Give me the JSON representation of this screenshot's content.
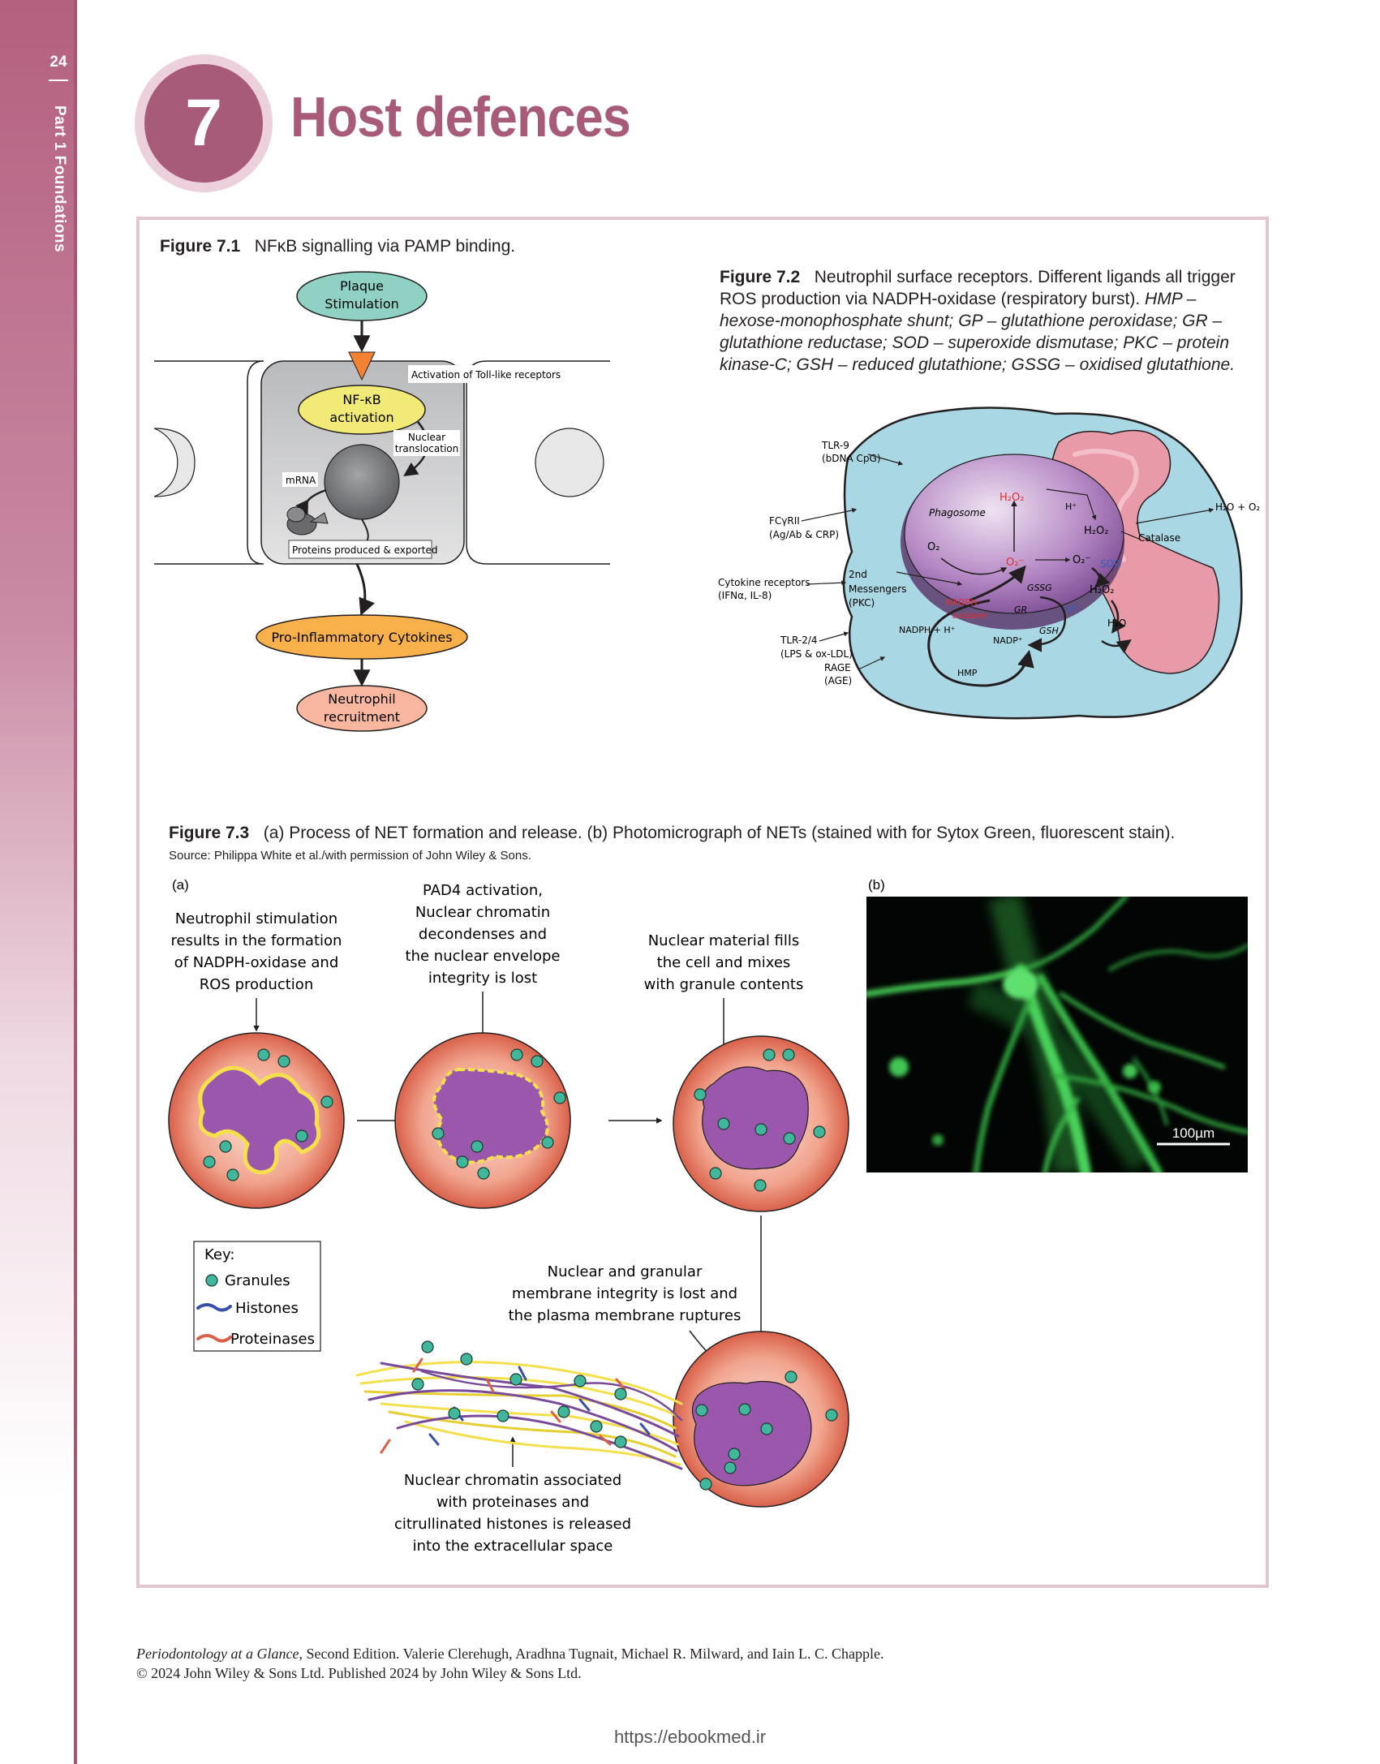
{
  "page": {
    "number": "24",
    "part_label": "Part 1  Foundations",
    "chapter_number": "7",
    "chapter_title": "Host defences"
  },
  "fig71": {
    "label": "Figure 7.1",
    "caption": "NFκB signalling via PAMP binding.",
    "plaque": [
      "Plaque",
      "Stimulation"
    ],
    "toll": "Activation of Toll-like receptors",
    "nfkb": [
      "NF-κB",
      "activation"
    ],
    "nuclear_translocation": [
      "Nuclear",
      "translocation"
    ],
    "mrna": "mRNA",
    "proteins": "Proteins produced & exported",
    "cytokines": "Pro-Inflammatory Cytokines",
    "neutrophil": [
      "Neutrophil",
      "recruitment"
    ]
  },
  "fig72": {
    "label": "Figure 7.2",
    "caption_lead": "Neutrophil surface receptors. Different ligands all trigger ROS production via NADPH-oxidase (respiratory burst).",
    "caption_italic": "HMP – hexose-monophosphate shunt; GP – glutathione peroxidase; GR – glutathione reductase; SOD – superoxide dismutase; PKC – protein kinase-C; GSH – reduced glutathione; GSSG – oxidised glutathione.",
    "labels": {
      "tlr9": [
        "TLR-9",
        "(bDNA CpG)"
      ],
      "fcyrii": [
        "FCγRII",
        "(Ag/Ab & CRP)"
      ],
      "cytokine_receptors": [
        "Cytokine receptors",
        "(IFNα, IL-8)"
      ],
      "tlr24": [
        "TLR-2/4",
        "(LPS & ox-LDL)"
      ],
      "rage": [
        "RAGE",
        "(AGE)"
      ],
      "phagosome": "Phagosome",
      "h2o2_in": "H₂O₂",
      "o2": "O₂",
      "o2_minus_in": "O₂⁻",
      "o2_minus": "O₂⁻",
      "second_messengers": [
        "2nd",
        "Messengers",
        "(PKC)"
      ],
      "nadph_oxidase": [
        "NADPH",
        "oxidase"
      ],
      "nadph_h": "NADPH + H⁺",
      "nadp": "NADP⁺",
      "hmp": "HMP",
      "gssg": "GSSG",
      "gr": "GR",
      "gsh": "GSH",
      "gp": "GP",
      "sod": "SOD",
      "h_plus": "H⁺",
      "h2o2_a": "H₂O₂",
      "h2o2_b": "H₂O₂",
      "h2o": "H₂O",
      "catalase": "Catalase",
      "h2o_o2": "H₂O + O₂"
    }
  },
  "fig73": {
    "label": "Figure 7.3",
    "caption": "(a) Process of NET formation and release. (b) Photomicrograph of NETs (stained with for Sytox Green, fluorescent stain).",
    "source": "Source: Philippa White et al./with permission of John Wiley & Sons.",
    "panel_a": "(a)",
    "panel_b": "(b)",
    "step1": [
      "Neutrophil stimulation",
      "results in the formation",
      "of NADPH-oxidase and",
      "ROS production"
    ],
    "step2": [
      "PAD4 activation,",
      "Nuclear chromatin",
      "decondenses and",
      "the nuclear envelope",
      "integrity is lost"
    ],
    "step3": [
      "Nuclear material fills",
      "the cell and mixes",
      "with granule contents"
    ],
    "step4": [
      "Nuclear and granular",
      "membrane integrity is lost and",
      "the plasma membrane ruptures"
    ],
    "step5": [
      "Nuclear chromatin associated",
      "with proteinases and",
      "citrullinated histones is released",
      "into the extracellular space"
    ],
    "key": {
      "title": "Key:",
      "granules": "Granules",
      "histones": "Histones",
      "proteinases": "Proteinases"
    },
    "scale_bar": "100µm"
  },
  "footer": {
    "book_title": "Periodontology at a Glance",
    "line1_rest": ", Second Edition. Valerie Clerehugh, Aradhna Tugnait, Michael R. Milward, and Iain L. C. Chapple.",
    "line2": "© 2024 John Wiley & Sons Ltd. Published 2024 by John Wiley & Sons Ltd.",
    "url": "https://ebookmed.ir"
  }
}
